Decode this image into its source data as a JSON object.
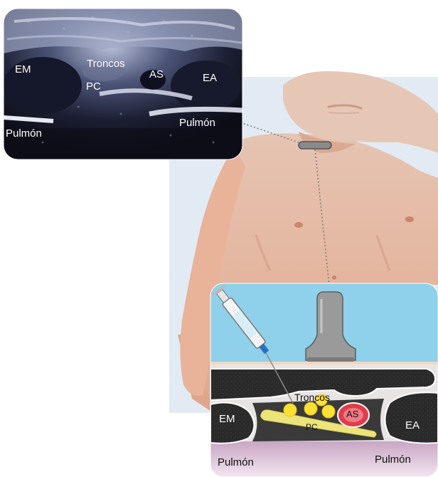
{
  "ultrasound": {
    "labels": {
      "em": "EM",
      "troncos": "Troncos",
      "as": "AS",
      "ea": "EA",
      "pc": "PC",
      "pulmon_left": "Pulmón",
      "pulmon_right": "Pulmón"
    }
  },
  "schematic": {
    "labels": {
      "troncos": "Troncos",
      "em": "EM",
      "as": "AS",
      "ea": "EA",
      "pc": "PC",
      "pulmon_left": "Pulmón",
      "pulmon_right": "Pulmón"
    }
  },
  "colors": {
    "skin": "#e9b89c",
    "skin_shadow": "#d79a7e",
    "background_panel": "#dde9f3",
    "gel_blue": "#8ecfe9",
    "tissue_dark": "#2b2b2b",
    "nerve_yellow": "#ffe033",
    "artery_red": "#e03a48",
    "lung_pink": "#dcc0d6"
  }
}
